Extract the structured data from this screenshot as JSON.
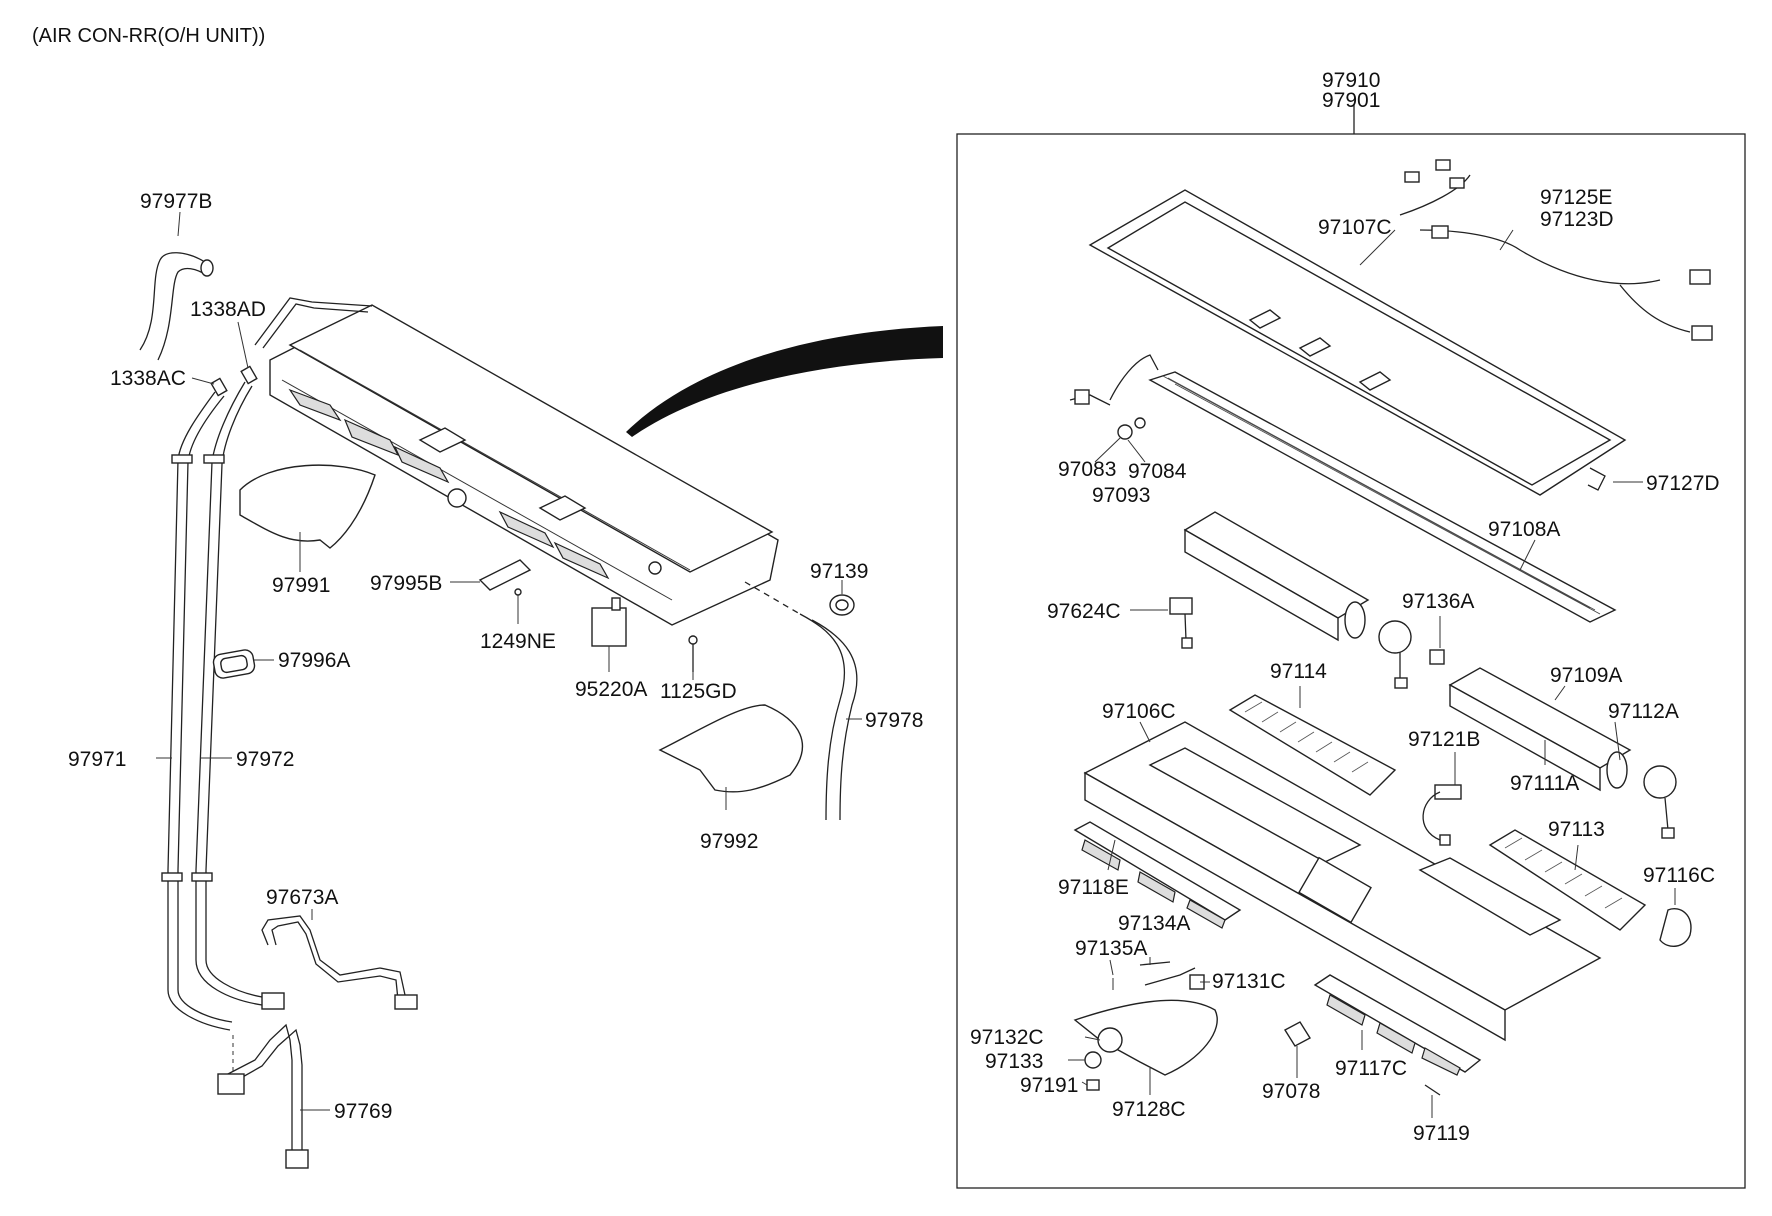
{
  "title": "(AIR CON-RR(O/H UNIT))",
  "assembly_labels": [
    "97910",
    "97901"
  ],
  "left_labels": {
    "l_97977B": "97977B",
    "l_1338AD": "1338AD",
    "l_1338AC": "1338AC",
    "l_97991": "97991",
    "l_97995B": "97995B",
    "l_1249NE": "1249NE",
    "l_97139": "97139",
    "l_95220A": "95220A",
    "l_1125GD": "1125GD",
    "l_97996A": "97996A",
    "l_97978": "97978",
    "l_97971": "97971",
    "l_97972": "97972",
    "l_97992": "97992",
    "l_97673A": "97673A",
    "l_97769": "97769"
  },
  "right_labels": {
    "r_97107C": "97107C",
    "r_97125E": "97125E",
    "r_97123D": "97123D",
    "r_97083": "97083",
    "r_97084": "97084",
    "r_97093": "97093",
    "r_97127D": "97127D",
    "r_97108A": "97108A",
    "r_97624C": "97624C",
    "r_97136A": "97136A",
    "r_97114": "97114",
    "r_97109A": "97109A",
    "r_97106C": "97106C",
    "r_97112A": "97112A",
    "r_97121B": "97121B",
    "r_97111A": "97111A",
    "r_97113": "97113",
    "r_97118E": "97118E",
    "r_97116C": "97116C",
    "r_97134A": "97134A",
    "r_97135A": "97135A",
    "r_97131C": "97131C",
    "r_97132C": "97132C",
    "r_97133": "97133",
    "r_97191": "97191",
    "r_97128C": "97128C",
    "r_97078": "97078",
    "r_97117C": "97117C",
    "r_97119": "97119"
  }
}
